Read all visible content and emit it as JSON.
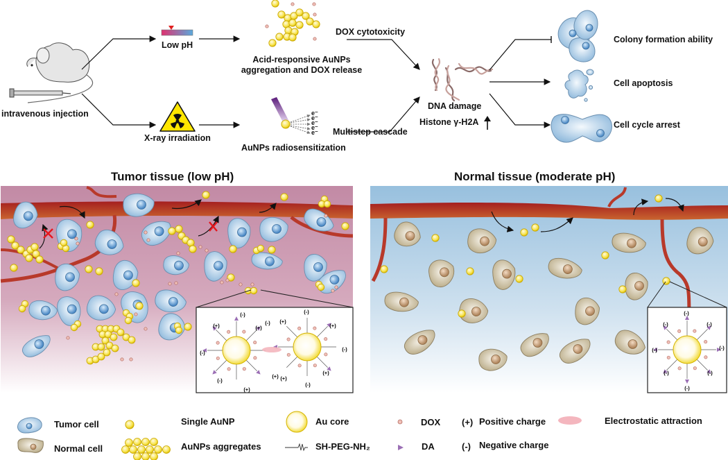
{
  "top_flow": {
    "injection_label": "intravenous injection",
    "low_ph_label": "Low pH",
    "xray_label": "X-ray irradiation",
    "aggregation_label_line1": "Acid-responsive AuNPs",
    "aggregation_label_line2": "aggregation and DOX release",
    "radiosensitization_label": "AuNPs radiosensitization",
    "dox_cytotoxicity_label": "DOX cytotoxicity",
    "multistep_label": "Multistep cascade",
    "dna_damage_label": "DNA damage",
    "histone_label": "Histone γ-H2A",
    "electron_label": "e⁻",
    "outcomes": [
      {
        "label": "Colony formation ability",
        "effect": "inhibited"
      },
      {
        "label": "Cell apoptosis",
        "effect": "induced"
      },
      {
        "label": "Cell cycle arrest",
        "effect": "induced"
      }
    ]
  },
  "panels": {
    "tumor": {
      "title": "Tumor tissue (low pH)",
      "inset_charges": [
        "(-)",
        "(+)",
        "(-)",
        "(+)",
        "(-)",
        "(-)",
        "(+)",
        "(-)",
        "(+)",
        "(-)",
        "(+)",
        "(+)",
        "(+)",
        "(-)",
        "(+)"
      ]
    },
    "normal": {
      "title": "Normal tissue (moderate pH)",
      "inset_charges": [
        "(-)",
        "(-)",
        "(-)",
        "(-)",
        "(-)",
        "(-)",
        "(-)",
        "(-)"
      ]
    }
  },
  "legend": {
    "tumor_cell": "Tumor cell",
    "normal_cell": "Normal cell",
    "single_aunp": "Single AuNP",
    "aunp_aggregates": "AuNPs aggregates",
    "au_core": "Au core",
    "sh_peg": "SH-PEG-NH₂",
    "dox": "DOX",
    "da": "DA",
    "pos_symbol": "(+)",
    "pos_charge": "Positive charge",
    "neg_symbol": "(-)",
    "neg_charge": "Negative charge",
    "electrostatic": "Electrostatic attraction"
  },
  "colors": {
    "gold": "#f5e23a",
    "tumor_cell": "#a9cbe6",
    "normal_cell": "#cbbf9f",
    "vessel": "#b8392a",
    "tumor_bg": "#c58ea8",
    "normal_bg": "#9dc3e0",
    "dox": "#e8b0a8",
    "da": "#9b6fb5"
  }
}
